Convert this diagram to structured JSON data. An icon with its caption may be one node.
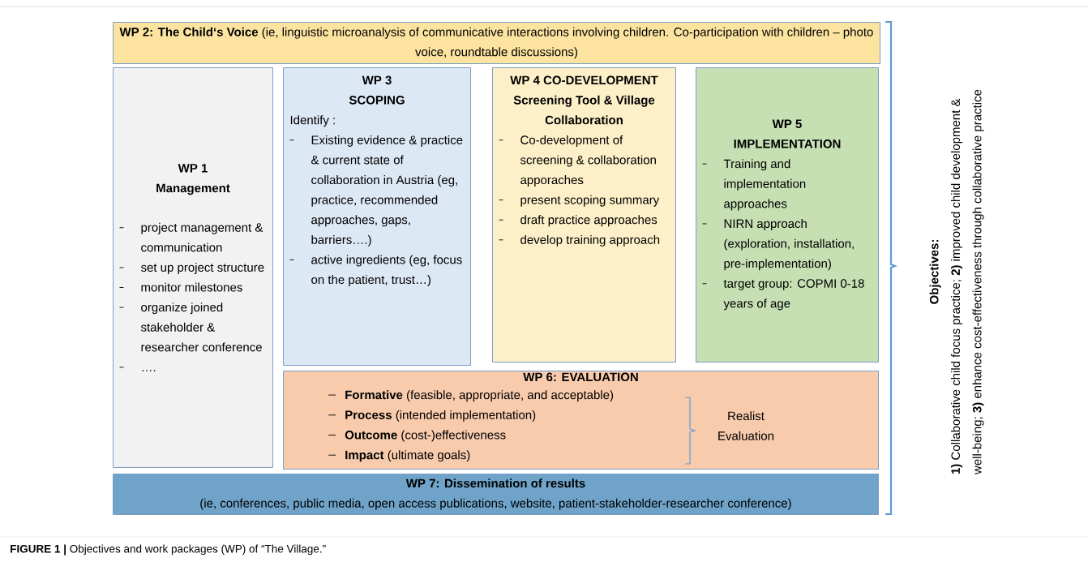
{
  "diagram": {
    "caption": "**FIGURE 1 |** Objectives and work packages (WP) of “The Village.”",
    "nodes": [
      {
        "text": [
          "**WP 2: The Child‘s Voice** (ie, linguistic microanalysis of communicative interactions involving children. Co-participation with children – photo voice, roundtable discussions)"
        ]
      },
      {
        "text": [
          "WP 1 Management",
          "project management & communication",
          "set up project structure",
          "monitor milestones",
          "organize joined stakeholder & researcher conference",
          "…."
        ]
      },
      {
        "text": [
          "WP 3 SCOPING",
          "Identify :",
          "Existing evidence & practice & current state of collaboration in Austria (eg, practice, recommended approaches, gaps, barriers….)",
          "active ingredients (eg, focus on the patient, trust…)"
        ]
      },
      {
        "text": [
          "WP 4 CO-DEVELOPMENT Screening Tool & Village Collaboration",
          "Co-development of screening & collaboration apporaches",
          "present scoping summary",
          "draft practice approaches",
          "develop training approach"
        ]
      },
      {
        "text": [
          "WP 5 IMPLEMENTATION",
          "Training and implementation approaches",
          "NIRN approach (exploration, installation, pre-implementation)",
          "target group: COPMI 0-18 years of age"
        ]
      },
      {
        "text": [
          "WP 6: EVALUATION",
          "**Formative** (feasible, appropriate, and acceptable)",
          "**Process** (intended implementation)",
          "**Outcome** (cost-)effectiveness",
          "**Impact** (ultimate goals)",
          "Realist Evaluation"
        ]
      },
      {
        "text": [
          "WP 7: Dissemination of results",
          "(ie, conferences, public media, open access publications, website, patient-stakeholder-researcher conference)"
        ]
      }
    ],
    "labels": [
      "Objectives:",
      "**1)** Collaborative child focus practice; **2)** improved child development & well-being; **3)** enhance cost-effectiveness through collaborative practice"
    ]
  }
}
